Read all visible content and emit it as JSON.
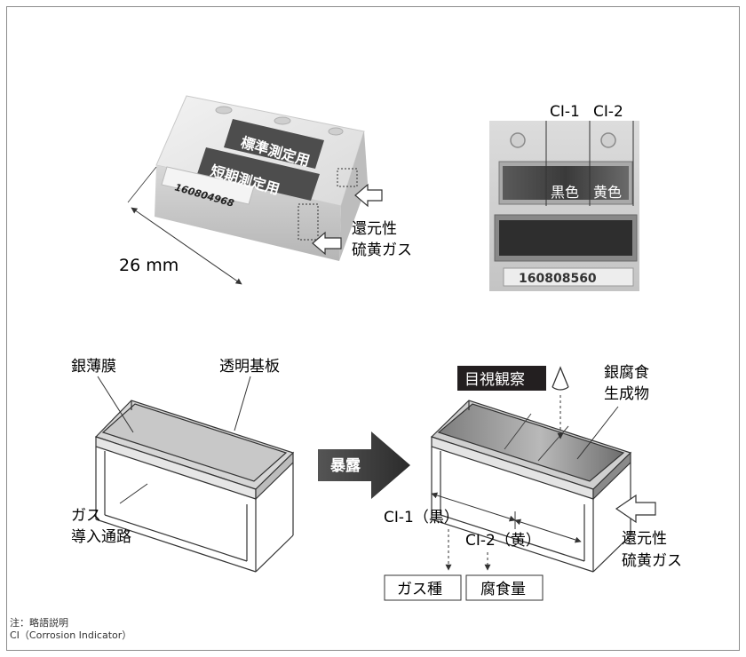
{
  "sensor_photo": {
    "label_top": "標準測定用",
    "label_mid": "短期測定用",
    "serial": "160804968",
    "dimension": "26 mm",
    "gas_line1": "還元性",
    "gas_line2": "硫黄ガス"
  },
  "closeup_photo": {
    "ci1": "CI-1",
    "ci2": "CI-2",
    "color_black": "黒色",
    "color_yellow": "黄色",
    "serial": "160808560"
  },
  "left_diagram": {
    "silver_film": "銀薄膜",
    "substrate": "透明基板",
    "gas_line1": "ガス",
    "gas_line2": "導入通路"
  },
  "exposure_arrow": "暴露",
  "right_diagram": {
    "visual_observation": "目視観察",
    "product_line1": "銀腐食",
    "product_line2": "生成物",
    "ci1_black": "CI-1（黒）",
    "ci2_yellow": "CI-2（黄）",
    "gas_line1": "還元性",
    "gas_line2": "硫黄ガス",
    "gas_type": "ガス種",
    "corrosion_amount": "腐食量"
  },
  "note": {
    "line1": "注：略語説明",
    "line2": "CI（Corrosion Indicator）"
  }
}
